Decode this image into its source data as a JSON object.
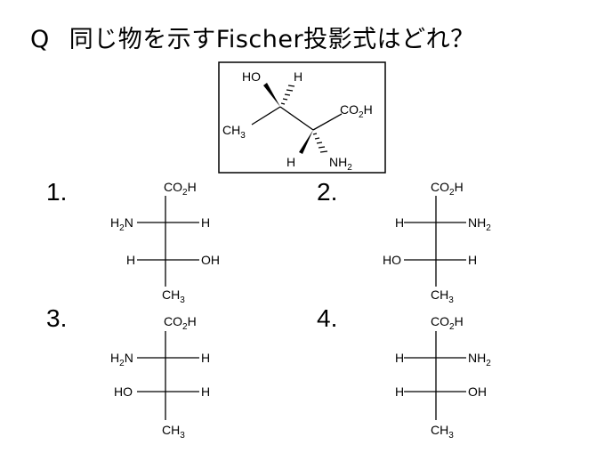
{
  "question": {
    "label": "Q",
    "text": "同じ物を示すFischer投影式はどれ？"
  },
  "reference": {
    "ho": "HO",
    "h_top": "H",
    "co2h": "CO",
    "co2h_sub": "2",
    "co2h_h": "H",
    "ch3": "CH",
    "ch3_sub": "3",
    "h_bottom": "H",
    "nh2": "NH",
    "nh2_sub": "2"
  },
  "options": [
    {
      "number": "1.",
      "top": [
        "CO",
        "2",
        "H"
      ],
      "row1_left": [
        "H",
        "2",
        "N"
      ],
      "row1_right": [
        "H",
        "",
        ""
      ],
      "row2_left": [
        "H",
        "",
        ""
      ],
      "row2_right": [
        "OH",
        "",
        ""
      ],
      "bottom": [
        "CH",
        "3",
        ""
      ]
    },
    {
      "number": "2.",
      "top": [
        "CO",
        "2",
        "H"
      ],
      "row1_left": [
        "H",
        "",
        ""
      ],
      "row1_right": [
        "NH",
        "2",
        ""
      ],
      "row2_left": [
        "HO",
        "",
        ""
      ],
      "row2_right": [
        "H",
        "",
        ""
      ],
      "bottom": [
        "CH",
        "3",
        ""
      ]
    },
    {
      "number": "3.",
      "top": [
        "CO",
        "2",
        "H"
      ],
      "row1_left": [
        "H",
        "2",
        "N"
      ],
      "row1_right": [
        "H",
        "",
        ""
      ],
      "row2_left": [
        "HO",
        "",
        ""
      ],
      "row2_right": [
        "H",
        "",
        ""
      ],
      "bottom": [
        "CH",
        "3",
        ""
      ]
    },
    {
      "number": "4.",
      "top": [
        "CO",
        "2",
        "H"
      ],
      "row1_left": [
        "H",
        "",
        ""
      ],
      "row1_right": [
        "NH",
        "2",
        ""
      ],
      "row2_left": [
        "H",
        "",
        ""
      ],
      "row2_right": [
        "OH",
        "",
        ""
      ],
      "bottom": [
        "CH",
        "3",
        ""
      ]
    }
  ]
}
